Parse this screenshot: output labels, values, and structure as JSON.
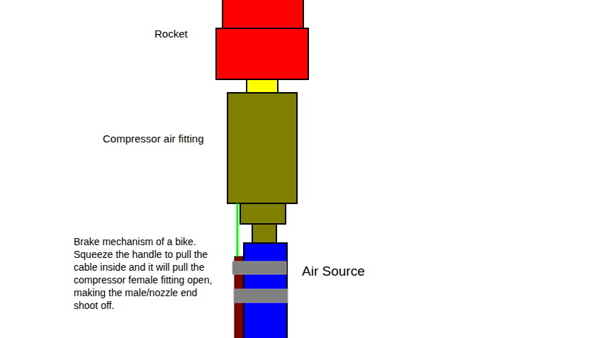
{
  "diagram": {
    "labels": [
      "Rocket",
      "Compressor air fitting",
      "Brake mechanism of a bike. Squeeze the handle to pull the cable inside and it will pull the compressor female fitting open, making the male/nozzle end shoot off.",
      "Air Source"
    ]
  }
}
